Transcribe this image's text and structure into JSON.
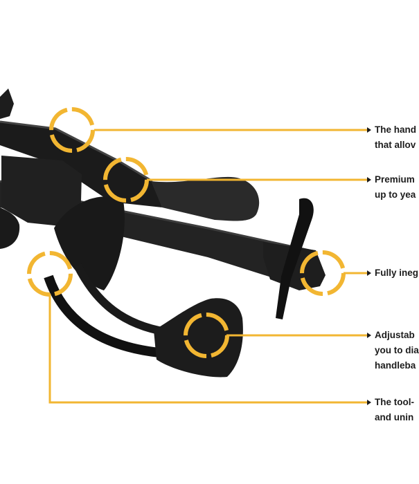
{
  "colors": {
    "accent": "#f2b632",
    "rack_dark": "#1a1a1a",
    "rack_mid": "#2b2b2b",
    "text": "#1c1c1c"
  },
  "callouts": [
    {
      "line1": "The hand",
      "line2": "that allov"
    },
    {
      "line1": "Premium",
      "line2": "up to yea"
    },
    {
      "line1": "Fully ineg"
    },
    {
      "line1": "Adjustab",
      "line2": "you to dia",
      "line3": "handleba"
    },
    {
      "line1": "The tool-",
      "line2": "and unin"
    }
  ]
}
